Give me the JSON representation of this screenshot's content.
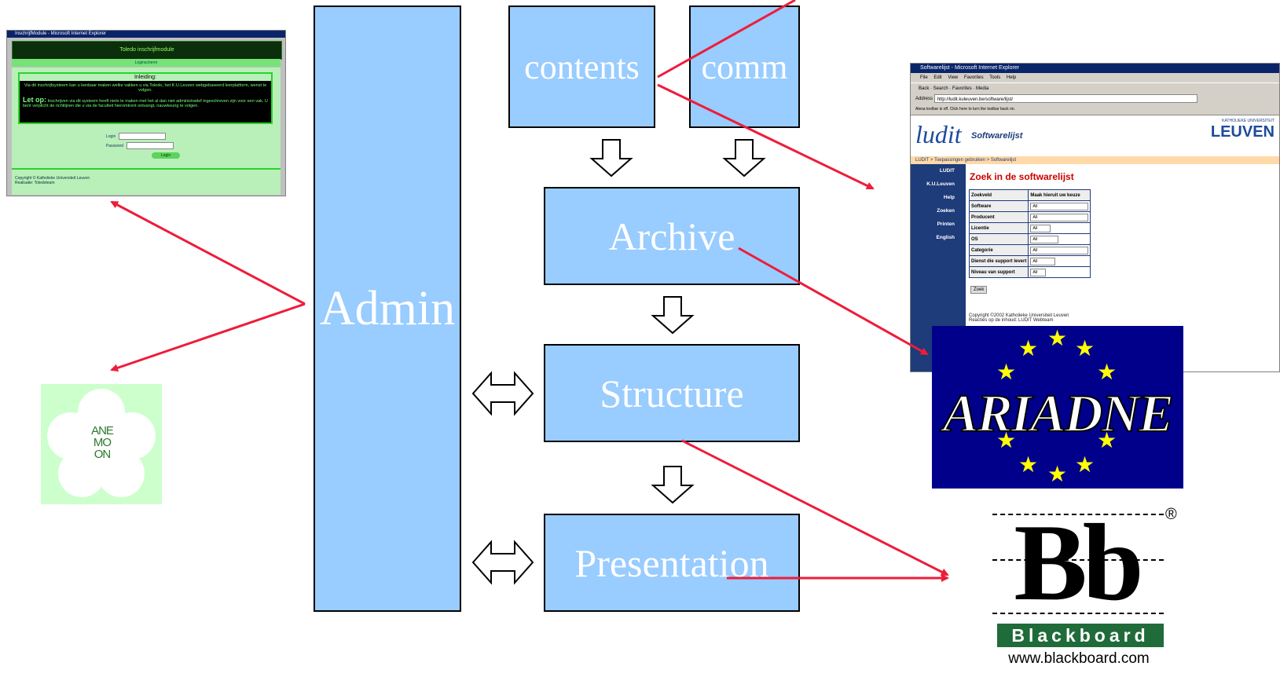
{
  "diagram": {
    "admin": "Admin",
    "contents": "contents",
    "comm": "comm",
    "archive": "Archive",
    "structure": "Structure",
    "presentation": "Presentation"
  },
  "colors": {
    "box": "#99ccff",
    "arrow": "#ee1c3a",
    "ariadne_bg": "#00008b",
    "blackboard_green": "#1f6b3a"
  },
  "toledo": {
    "window_title": "InschrijfModule - Microsoft Internet Explorer",
    "header": "Toledo inschrijfmodule",
    "tab": "Loginscherm",
    "intro_title": "Inleiding:",
    "intro_text": "Via dit inschrijfsysteem kan u kenbaar maken welke vakken u via Toledo, het K.U.Leuven webgebaseerd leerplatform, wenst te volgen.",
    "letop_label": "Let op:",
    "letop_text": "Inschrijven via dit systeem heeft niets te maken met het al dan niet administratief ingeschreven zijn voor een vak. U bent verplicht de richtlijnen die u via de faculteit hieromtrent ontvangt, nauwkeurig te volgen.",
    "login_label": "Login",
    "password_label": "Password",
    "login_button": "Login",
    "copyright": "Copyright © Katholieke Universiteit Leuven",
    "realisatie": "Realisatie: Toledoteam"
  },
  "softwarelijst": {
    "window_title": "Softwarelijst - Microsoft Internet Explorer",
    "menu": [
      "File",
      "Edit",
      "View",
      "Favorites",
      "Tools",
      "Help"
    ],
    "toolbar": "Back · Search · Favorites · Media",
    "address_label": "Address",
    "address": "http://ludit.kuleuven.be/software/lijst/",
    "alexa": "Alexa toolbar is off. Click here to turn the toolbar back on.",
    "logo": "ludit",
    "site_title": "Softwarelijst",
    "university_small": "KATHOLIEKE UNIVERSITEIT",
    "university_big": "LEUVEN",
    "breadcrumb": "LUDIT > Toepassingen gebruiken > Softwarelijst",
    "nav": [
      "LUDIT",
      "K.U.Leuven",
      "Help",
      "Zoeken",
      "Printen",
      "English"
    ],
    "heading": "Zoek in de softwarelijst",
    "col1": "Zoekveld",
    "col2": "Maak hieruit uw keuze",
    "rows": [
      {
        "field": "Software",
        "value": "All"
      },
      {
        "field": "Producent",
        "value": "All"
      },
      {
        "field": "Licentie",
        "value": "All"
      },
      {
        "field": "OS",
        "value": "All"
      },
      {
        "field": "Categorie",
        "value": "All"
      },
      {
        "field": "Dienst die support levert",
        "value": "All"
      },
      {
        "field": "Niveau van support",
        "value": "All"
      }
    ],
    "search_button": "Zoek",
    "copyright": "Copyright ©2002 Katholieke Universiteit Leuven",
    "reacties": "Reacties op de inhoud: LUDIT Webteam"
  },
  "anemoon": {
    "line1": "ANE",
    "line2": "MO",
    "line3": "ON"
  },
  "ariadne": {
    "logo_text": "ARIADNE"
  },
  "blackboard": {
    "mark": "Bb",
    "wordmark": "Blackboard",
    "url": "www.blackboard.com",
    "registered": "®"
  }
}
